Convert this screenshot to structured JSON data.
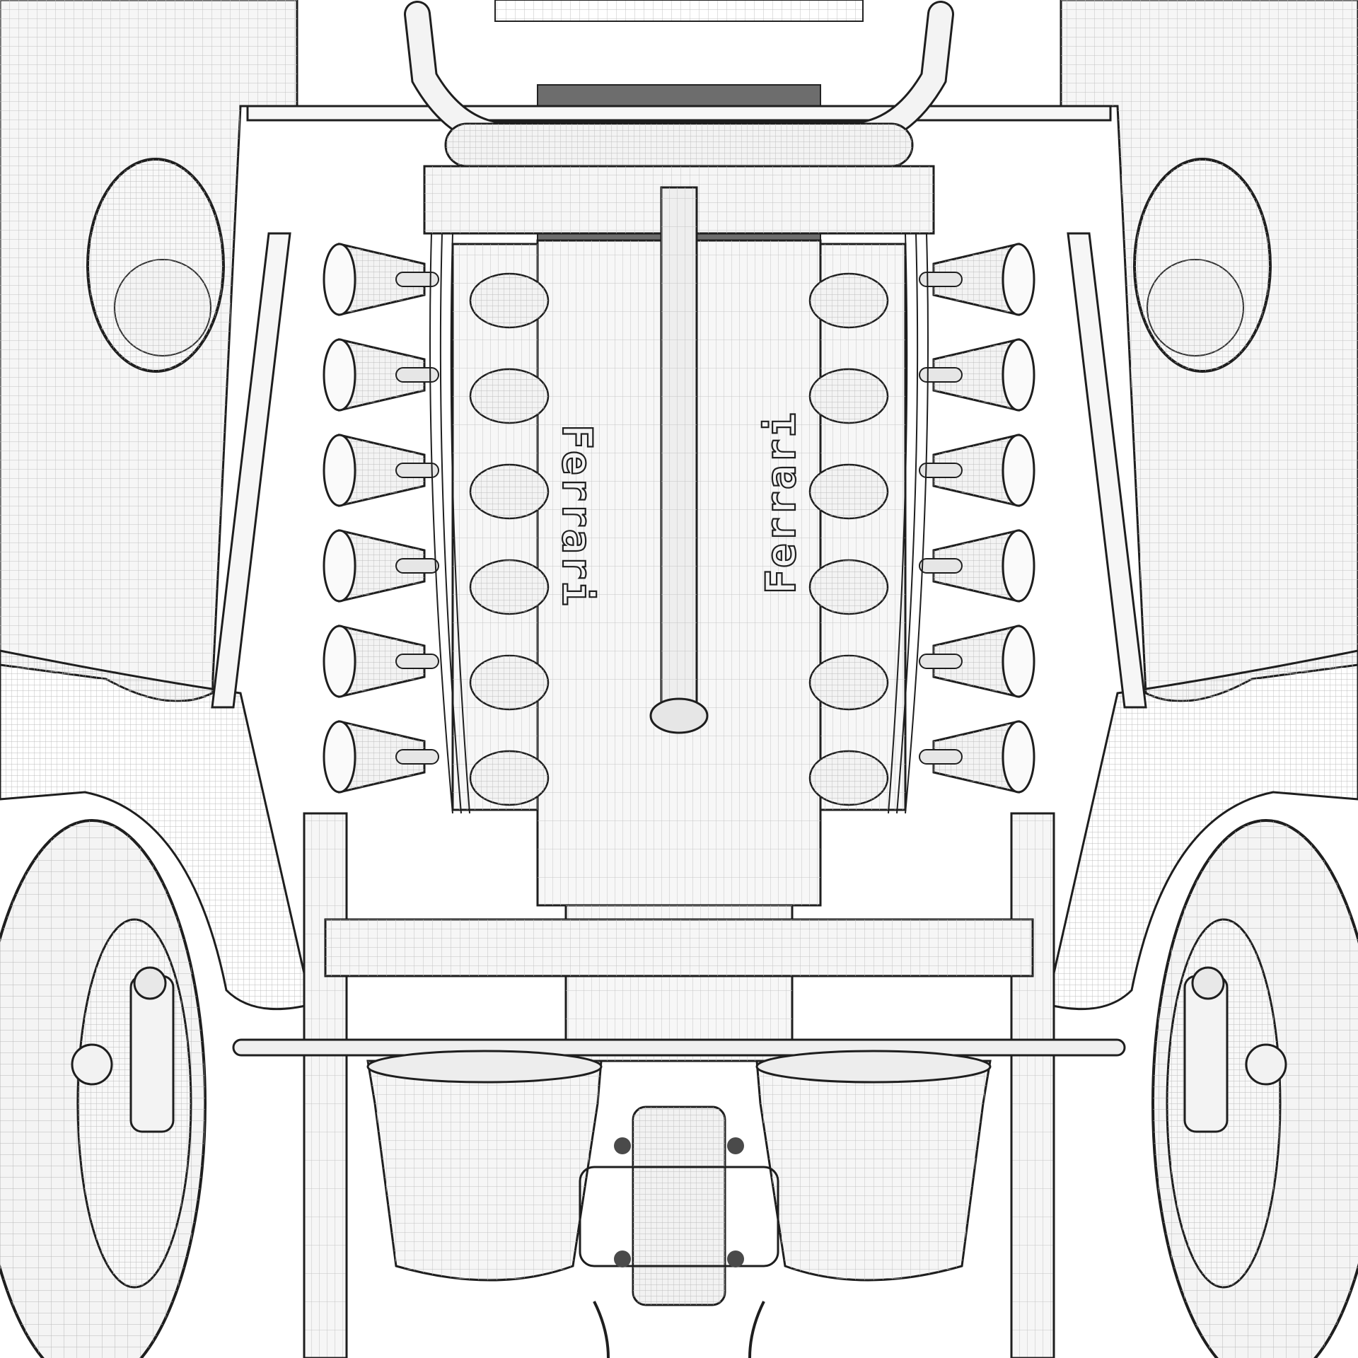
{
  "render": {
    "style": "wireframe",
    "colors": {
      "background": "#ffffff",
      "surface": "#f6f6f6",
      "mesh_line": "#bdbdbd",
      "outline": "#1e1e1e",
      "shadow": "#8a8a8a"
    }
  },
  "engine": {
    "cam_cover_left": {
      "logo_text": "Ferrari"
    },
    "cam_cover_right": {
      "logo_text": "Ferrari"
    },
    "intake_trumpets_per_bank": 6
  }
}
